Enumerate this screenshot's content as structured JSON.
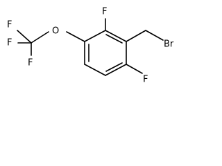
{
  "molecule": {
    "atoms": {
      "f_left_top": "F",
      "f_left_mid": "F",
      "f_left_bottom": "F",
      "o": "O",
      "f_ring_top": "F",
      "br": "Br",
      "f_ring_bottom": "F"
    }
  }
}
